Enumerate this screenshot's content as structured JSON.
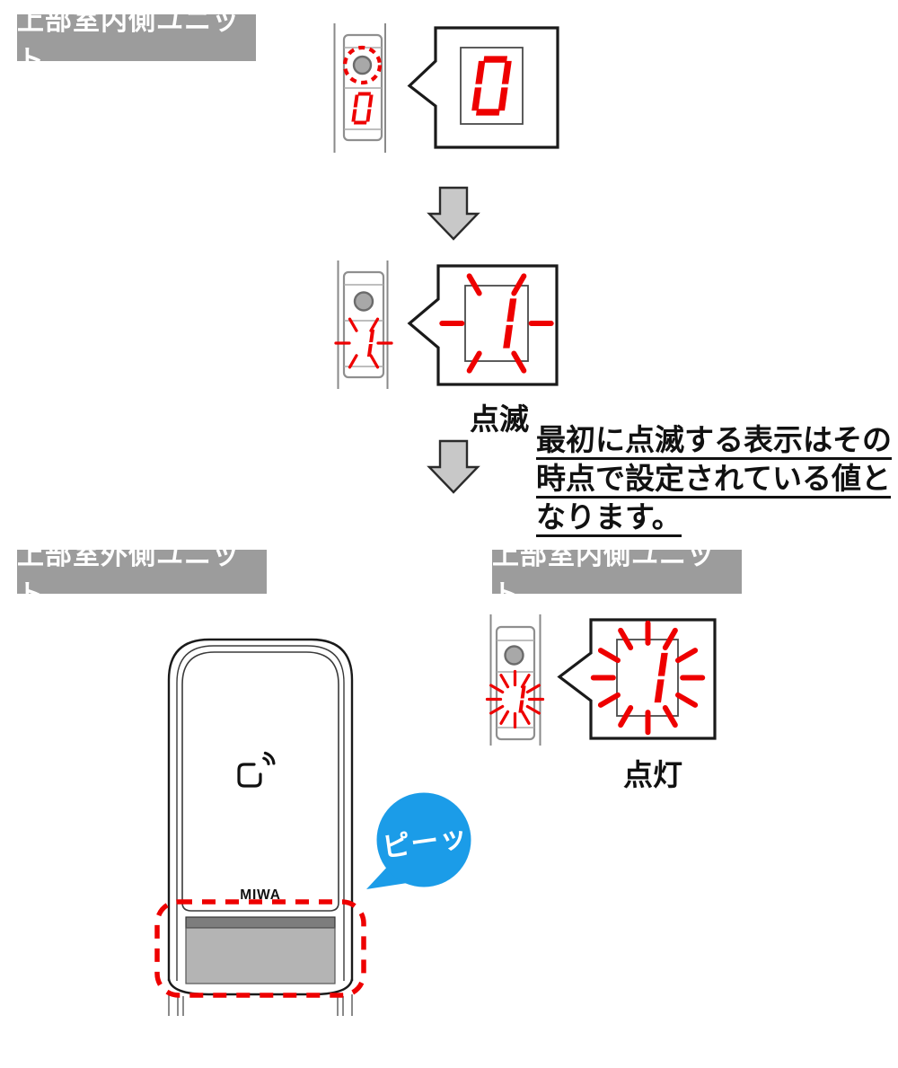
{
  "colors": {
    "red": "#ee0000",
    "label_bg": "#9c9c9c",
    "label_text": "#ffffff",
    "arrow_fill": "#c8c8c8",
    "bubble_blue": "#1b9ce8",
    "panel_gray": "#b4b4b4",
    "strip_gray": "#7d7d7d",
    "button_gray": "#a8a8a8"
  },
  "labels": {
    "step1_unit": "上部室内側ユニット",
    "outdoor_unit": "上部室外側ユニット",
    "indoor_unit": "上部室内側ユニット"
  },
  "steps": [
    {
      "digit": "0",
      "state": "steady",
      "caption": ""
    },
    {
      "digit": "1",
      "state": "blink",
      "caption": "点滅"
    },
    {
      "digit": "1",
      "state": "lit",
      "caption": "点灯"
    }
  ],
  "note": {
    "lines": [
      "最初に点滅する表示はその",
      "時点で設定されている値と",
      "なります。"
    ]
  },
  "outdoor": {
    "brand": "MIWA",
    "beep_text": "ピーッ"
  },
  "icons": {
    "contactless": "contactless-card-icon",
    "arrows": "down-arrow-icon",
    "press": "press-indicator-dashed-circle",
    "blink_rays": "blink-rays",
    "lit_rays": "lit-rays"
  }
}
